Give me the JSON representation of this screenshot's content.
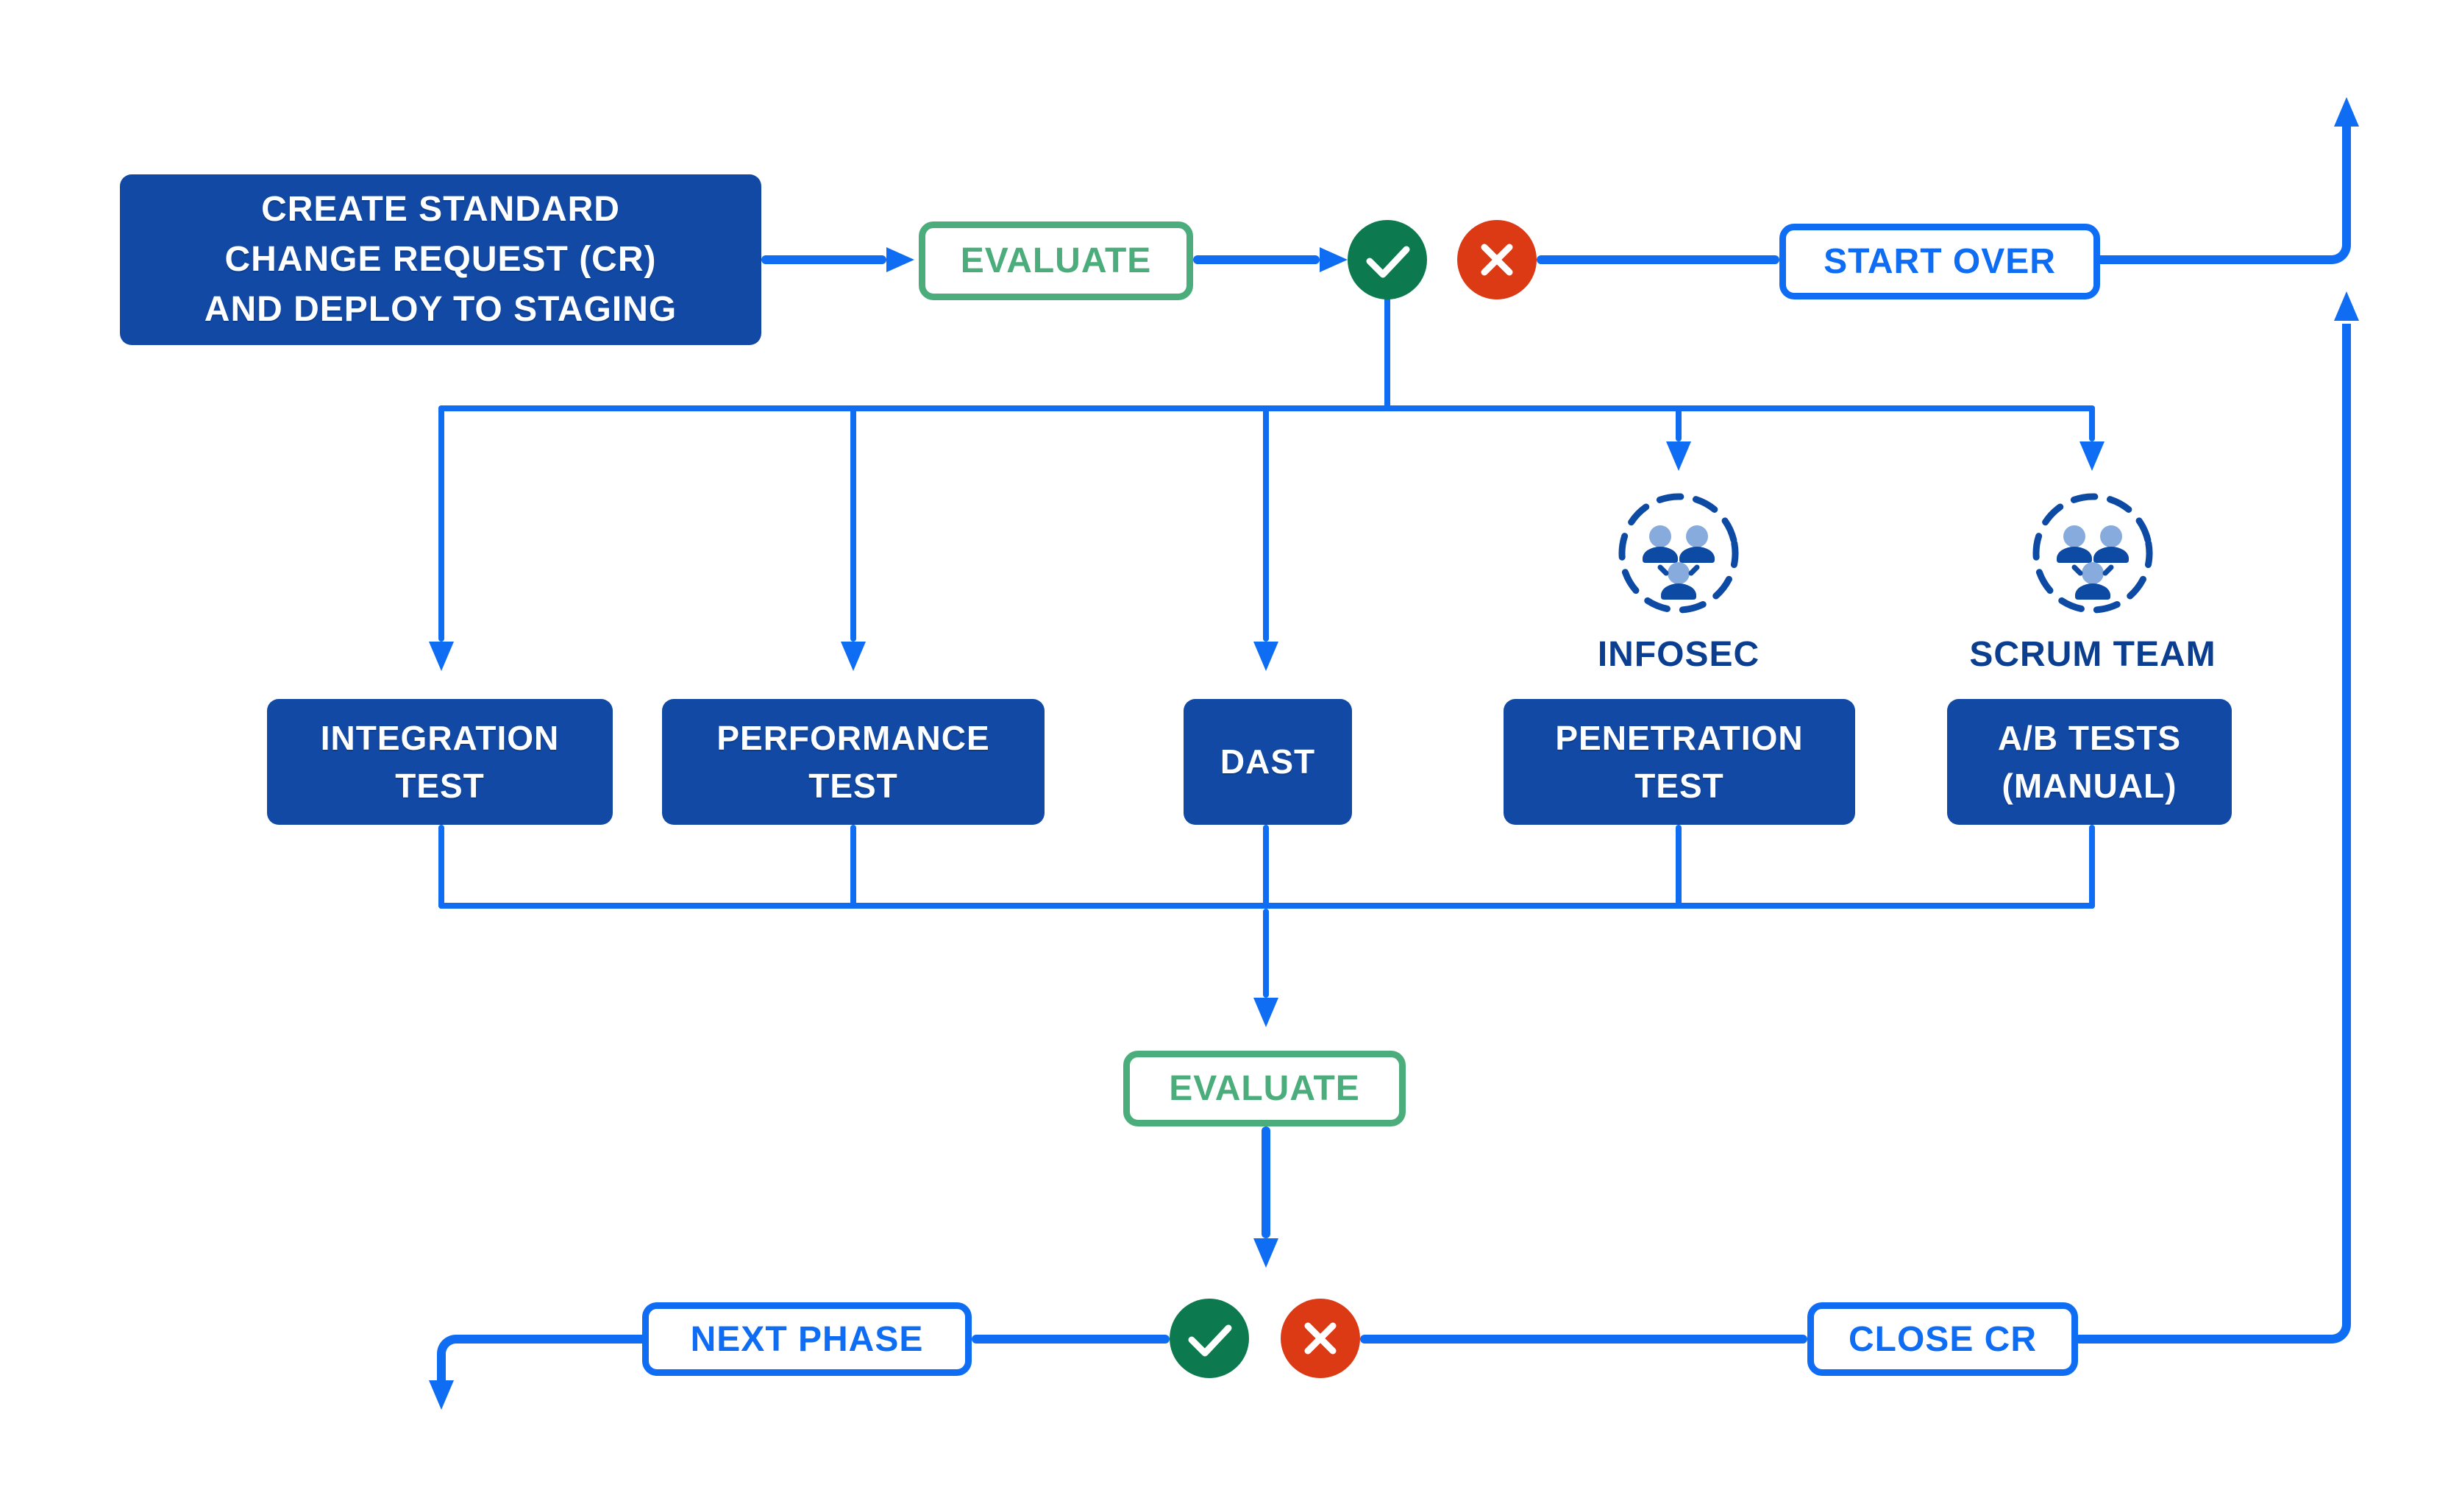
{
  "palette": {
    "navy": "#1149A4",
    "blue": "#0F6DF3",
    "green": "#4BAD7B",
    "check-green": "#0C7A4E",
    "cross-red": "#DB3A15",
    "label-navy": "#0B3E8F",
    "icon-navy": "#0D4AA3",
    "head-blue": "#87ABDD",
    "bg": "#FFFFFF"
  },
  "nodes": {
    "create_cr": {
      "lines": [
        "CREATE STANDARD",
        "CHANGE REQUEST (CR)",
        "AND DEPLOY TO STAGING"
      ]
    },
    "evaluate_top": {
      "label": "EVALUATE"
    },
    "start_over": {
      "label": "START OVER"
    },
    "evaluate_bottom": {
      "label": "EVALUATE"
    },
    "next_phase": {
      "label": "NEXT PHASE"
    },
    "close_cr": {
      "label": "CLOSE CR"
    },
    "tests": [
      {
        "id": "integration-test",
        "lines": [
          "INTEGRATION",
          "TEST"
        ]
      },
      {
        "id": "performance-test",
        "lines": [
          "PERFORMANCE",
          "TEST"
        ]
      },
      {
        "id": "dast",
        "lines": [
          "DAST"
        ]
      },
      {
        "id": "penetration-test",
        "lines": [
          "PENETRATION",
          "TEST"
        ]
      },
      {
        "id": "ab-tests-manual",
        "lines": [
          "A/B TESTS",
          "(MANUAL)"
        ]
      }
    ],
    "teams": [
      {
        "id": "infosec",
        "label": "INFOSEC"
      },
      {
        "id": "scrum-team",
        "label": "SCRUM TEAM"
      }
    ]
  },
  "icons": {
    "approve": "check-icon",
    "reject": "cross-icon",
    "team": "team-people-icon"
  }
}
